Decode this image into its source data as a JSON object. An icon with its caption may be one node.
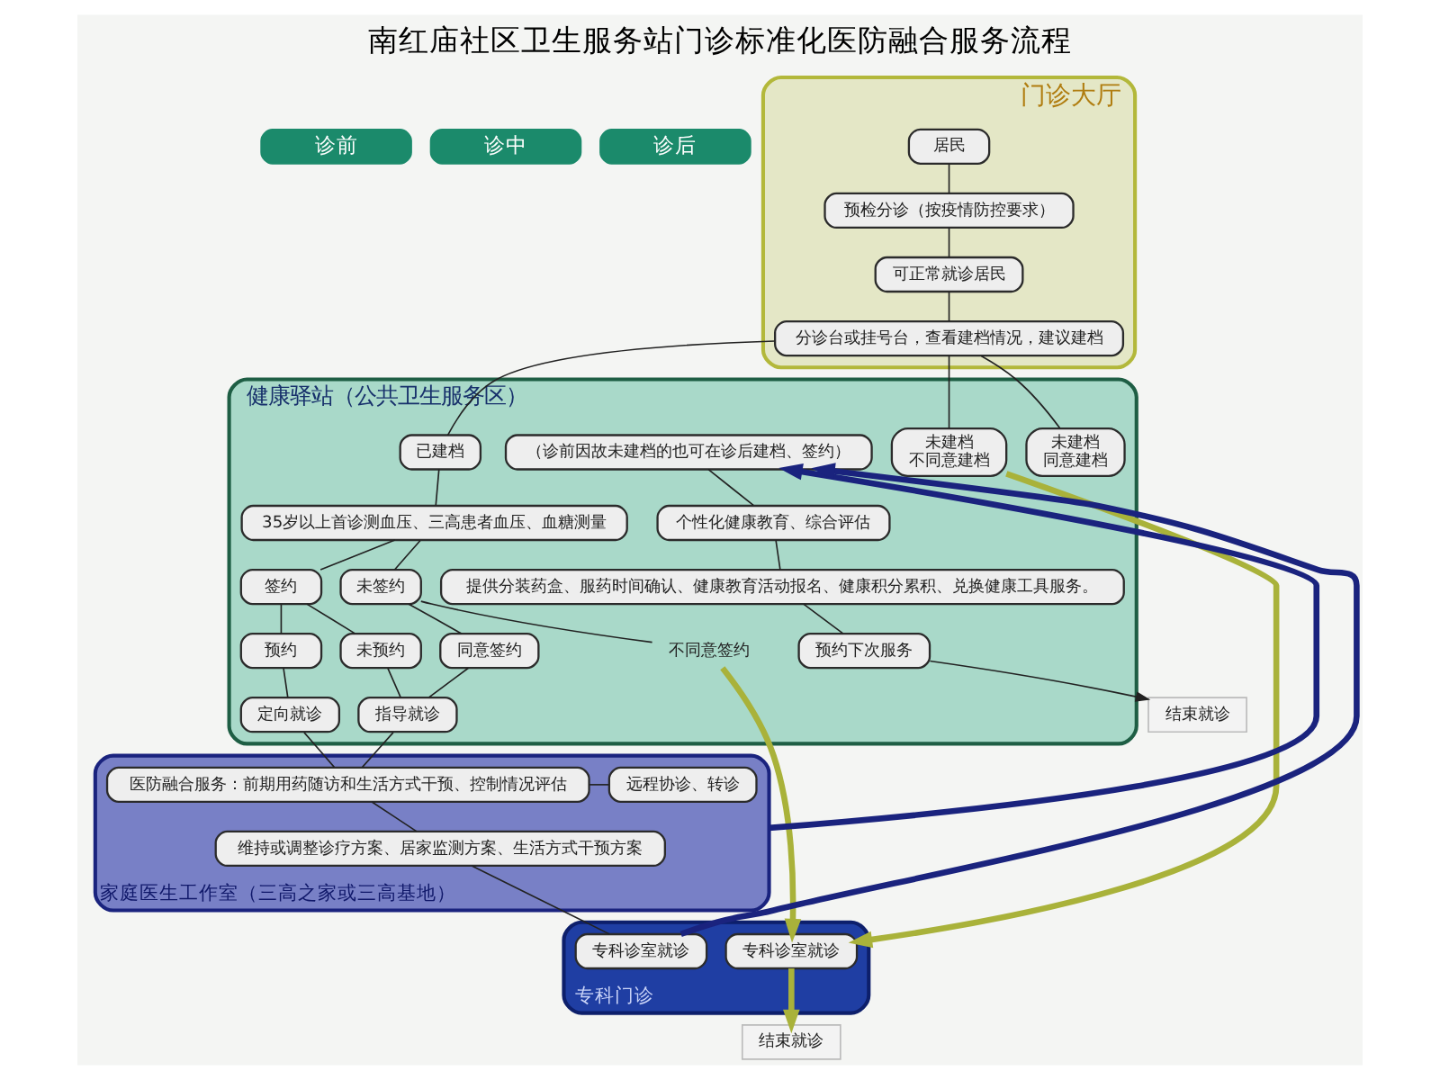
{
  "diagram": {
    "title": "南红庙社区卫生服务站门诊标准化医防融合服务流程",
    "nodes": [
      {
        "text": [
          "诊前"
        ]
      },
      {
        "text": [
          "诊中"
        ]
      },
      {
        "text": [
          "诊后"
        ]
      },
      {
        "text": [
          "门诊大厅"
        ]
      },
      {
        "text": [
          "居民"
        ],
        "in": 3
      },
      {
        "text": [
          "预检分诊（按疫情防控要求）"
        ],
        "in": 3
      },
      {
        "text": [
          "可正常就诊居民"
        ],
        "in": 3
      },
      {
        "text": [
          "分诊台或挂号台，查看建档情况，建议建档"
        ],
        "in": 3
      },
      {
        "text": [
          "结束就诊"
        ]
      },
      {
        "text": [
          "健康驿站（公共卫生服务区）"
        ]
      },
      {
        "text": [
          "未建档",
          "不同意建档"
        ],
        "in": 9
      },
      {
        "text": [
          "未建档",
          "同意建档"
        ],
        "in": 9
      },
      {
        "text": [
          "已建档"
        ],
        "in": 9
      },
      {
        "text": [
          "预约下次服务"
        ],
        "in": 9
      },
      {
        "text": [
          "35岁以上首诊测血压、三高患者血压、血糖测量"
        ],
        "in": 9
      },
      {
        "text": [
          "提供分装药盒、服药时间确认、健康教育活动报名、健康积分累积、兑换健康工具服务。"
        ],
        "in": 9
      },
      {
        "text": [
          "未签约"
        ],
        "in": 9
      },
      {
        "text": [
          "签约"
        ],
        "in": 9
      },
      {
        "text": [
          "个性化健康教育、综合评估"
        ],
        "in": 9
      },
      {
        "text": [
          "不同意签约"
        ],
        "in": 9
      },
      {
        "text": [
          "同意签约"
        ],
        "in": 9
      },
      {
        "text": [
          "未预约"
        ],
        "in": 9
      },
      {
        "text": [
          "预约"
        ],
        "in": 9
      },
      {
        "text": [
          "（诊前因故未建档的也可在诊后建档、签约）"
        ],
        "in": 9
      },
      {
        "text": [
          "指导就诊"
        ],
        "in": 9
      },
      {
        "text": [
          "定向就诊"
        ],
        "in": 9
      },
      {
        "text": [
          "家庭医生工作室（三高之家或三高基地）"
        ]
      },
      {
        "text": [
          "医防融合服务：前期用药随访和生活方式干预、控制情况评估"
        ],
        "in": 26
      },
      {
        "text": [
          "远程协诊、转诊"
        ],
        "in": 26
      },
      {
        "text": [
          "维持或调整诊疗方案、居家监测方案、生活方式干预方案"
        ],
        "in": 26
      },
      {
        "text": [
          "专科门诊"
        ]
      },
      {
        "text": [
          "专科诊室就诊"
        ],
        "in": 30
      },
      {
        "text": [
          "专科诊室就诊"
        ],
        "in": 30
      },
      {
        "text": [
          "结束就诊"
        ]
      }
    ],
    "edges": [
      {
        "from": 4,
        "to": 5,
        "arrow": "none"
      },
      {
        "from": 5,
        "to": 6,
        "arrow": "none"
      },
      {
        "from": 6,
        "to": 7,
        "arrow": "none"
      },
      {
        "from": 7,
        "to": 10,
        "arrow": "none"
      },
      {
        "from": 7,
        "to": 11,
        "arrow": "none"
      },
      {
        "from": 7,
        "to": 12,
        "arrow": "none"
      },
      {
        "from": 12,
        "to": 14,
        "arrow": "none"
      },
      {
        "from": 14,
        "to": 16,
        "arrow": "none"
      },
      {
        "from": 14,
        "to": 17,
        "arrow": "none"
      },
      {
        "from": 16,
        "to": 19,
        "arrow": "none"
      },
      {
        "from": 16,
        "to": 20,
        "arrow": "none"
      },
      {
        "from": 17,
        "to": 21,
        "arrow": "none"
      },
      {
        "from": 17,
        "to": 22,
        "arrow": "none"
      },
      {
        "from": 20,
        "to": 24,
        "arrow": "none"
      },
      {
        "from": 21,
        "to": 24,
        "arrow": "none"
      },
      {
        "from": 22,
        "to": 25,
        "arrow": "none"
      },
      {
        "from": 24,
        "to": 27,
        "arrow": "none"
      },
      {
        "from": 25,
        "to": 27,
        "arrow": "none"
      },
      {
        "from": 27,
        "to": 28,
        "arrow": "none"
      },
      {
        "from": 27,
        "to": 29,
        "arrow": "none"
      },
      {
        "from": 29,
        "to": 31,
        "arrow": "none"
      },
      {
        "from": 31,
        "to": 23,
        "arrow": "to",
        "style": "thick",
        "color": "#1a237e"
      },
      {
        "from": 26,
        "to": 23,
        "arrow": "to",
        "style": "thick",
        "color": "#1a237e"
      },
      {
        "from": 23,
        "to": 18,
        "arrow": "none"
      },
      {
        "from": 18,
        "to": 15,
        "arrow": "none"
      },
      {
        "from": 15,
        "to": 13,
        "arrow": "none"
      },
      {
        "from": 13,
        "to": 8,
        "arrow": "to"
      },
      {
        "from": 10,
        "to": 32,
        "arrow": "to",
        "style": "thick",
        "color": "#a9b23a"
      },
      {
        "from": 19,
        "to": 32,
        "arrow": "to",
        "style": "thick",
        "color": "#a9b23a"
      },
      {
        "from": 32,
        "to": 33,
        "arrow": "to",
        "style": "thick",
        "color": "#a9b23a"
      }
    ]
  }
}
